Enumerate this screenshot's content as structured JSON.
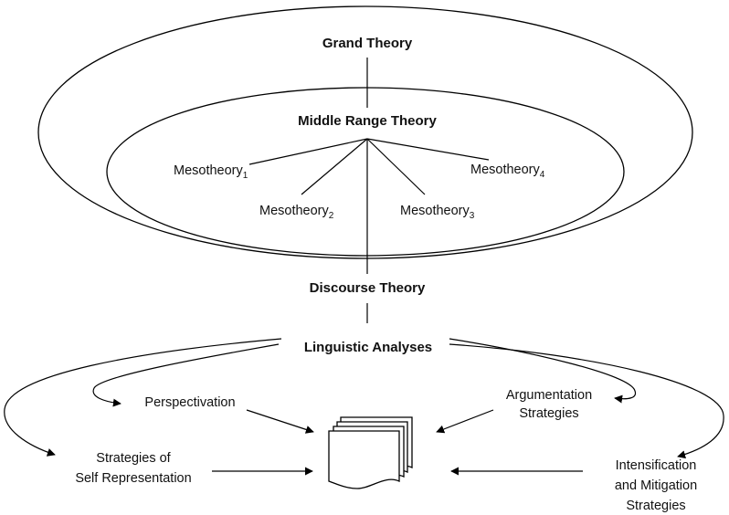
{
  "nodes": {
    "grand_theory": "Grand Theory",
    "middle_range_theory": "Middle Range Theory",
    "mesotheory_1": {
      "label": "Mesotheory",
      "subscript": "1"
    },
    "mesotheory_2": {
      "label": "Mesotheory",
      "subscript": "2"
    },
    "mesotheory_3": {
      "label": "Mesotheory",
      "subscript": "3"
    },
    "mesotheory_4": {
      "label": "Mesotheory",
      "subscript": "4"
    },
    "discourse_theory": "Discourse Theory",
    "linguistic_analyses": "Linguistic Analyses",
    "perspectivation": "Perspectivation",
    "argumentation": {
      "line1": "Argumentation",
      "line2": "Strategies"
    },
    "self_representation": {
      "line1": "Strategies of",
      "line2": "Self Representation"
    },
    "intensification": {
      "line1": "Intensification",
      "line2": "and Mitigation",
      "line3": "Strategies"
    }
  },
  "icons": {
    "documents": "stacked-documents-icon"
  }
}
